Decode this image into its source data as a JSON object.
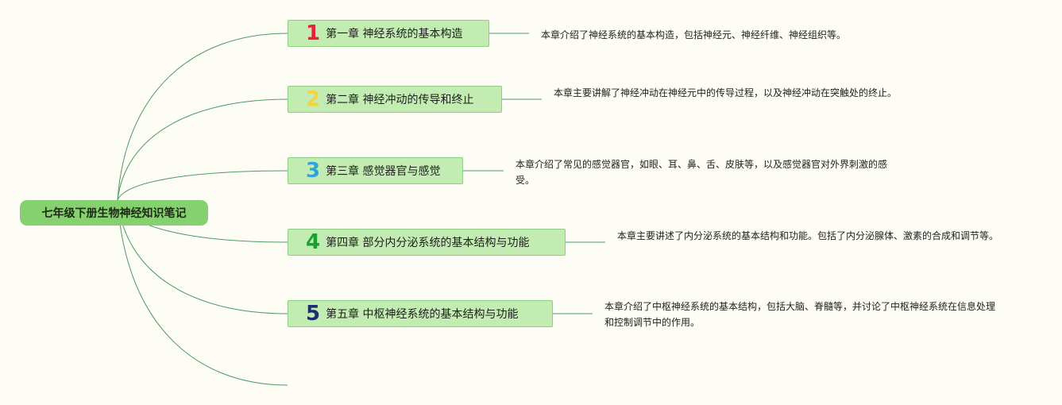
{
  "root": {
    "title": "七年级下册生物神经知识笔记"
  },
  "colors": {
    "line": "#4f9a66",
    "node_fill": "#c3ecb2",
    "root_fill": "#85d06f"
  },
  "chapters": [
    {
      "number": "1",
      "number_color": "#e2233b",
      "title": "第一章 神经系统的基本构造",
      "desc": "本章介绍了神经系统的基本构造，包括神经元、神经纤维、神经组织等。"
    },
    {
      "number": "2",
      "number_color": "#f3d33f",
      "title": "第二章 神经冲动的传导和终止",
      "desc": "本章主要讲解了神经冲动在神经元中的传导过程，以及神经冲动在突触处的终止。"
    },
    {
      "number": "3",
      "number_color": "#2fa3db",
      "title": "第三章 感觉器官与感觉",
      "desc": "本章介绍了常见的感觉器官，如眼、耳、鼻、舌、皮肤等，以及感觉器官对外界刺激的感受。"
    },
    {
      "number": "4",
      "number_color": "#1f9e34",
      "title": "第四章 部分内分泌系统的基本结构与功能",
      "desc": "本章主要讲述了内分泌系统的基本结构和功能。包括了内分泌腺体、激素的合成和调节等。"
    },
    {
      "number": "5",
      "number_color": "#1d2e6f",
      "title": "第五章 中枢神经系统的基本结构与功能",
      "desc": "本章介绍了中枢神经系统的基本结构，包括大脑、脊髓等，并讨论了中枢神经系统在信息处理和控制调节中的作用。"
    }
  ]
}
